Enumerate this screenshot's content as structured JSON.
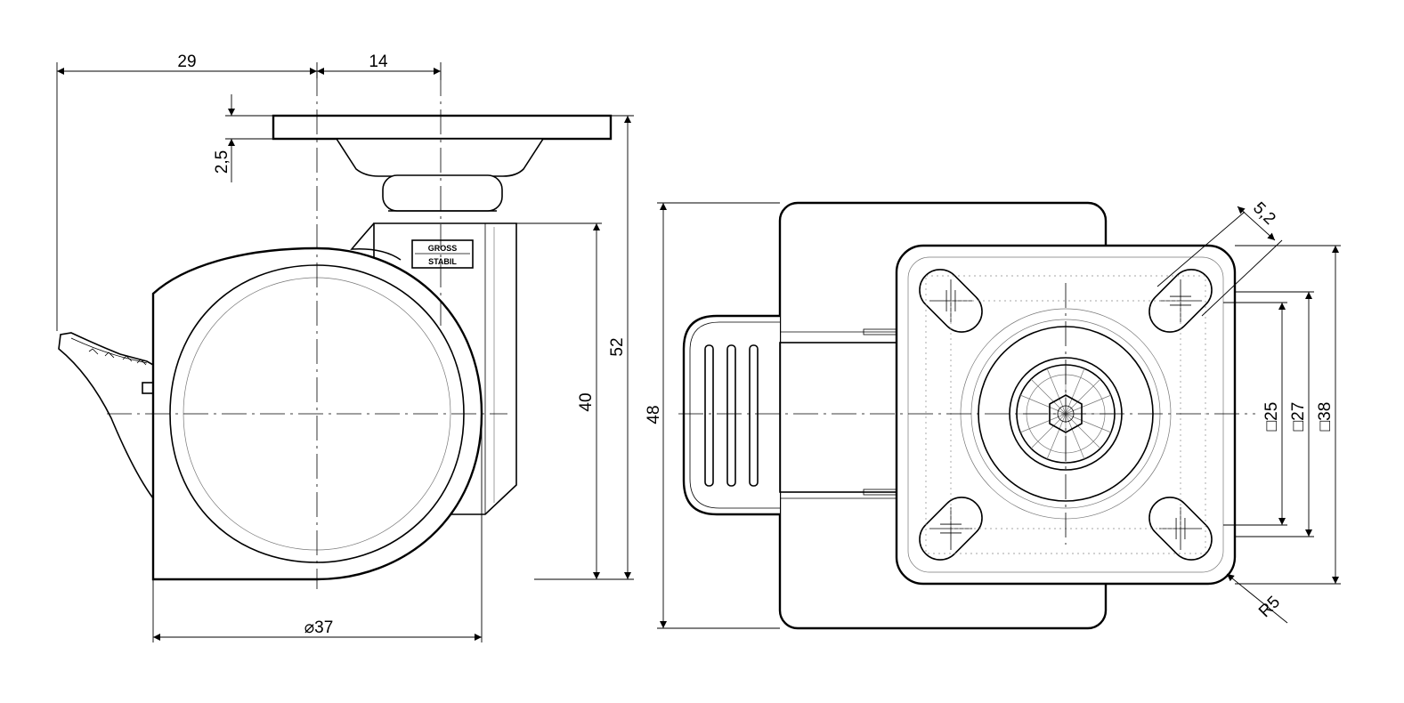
{
  "dimensions": {
    "width_29": "29",
    "width_14": "14",
    "height_2_5": "2,5",
    "height_52": "52",
    "height_40": "40",
    "diameter_37": "⌀37",
    "height_48": "48",
    "hole_5_2": "5,2",
    "square_25": "□25",
    "square_27": "□27",
    "square_38": "□38",
    "radius_5": "R5"
  },
  "logo": {
    "line1": "GROSS",
    "line2": "STABIL"
  }
}
